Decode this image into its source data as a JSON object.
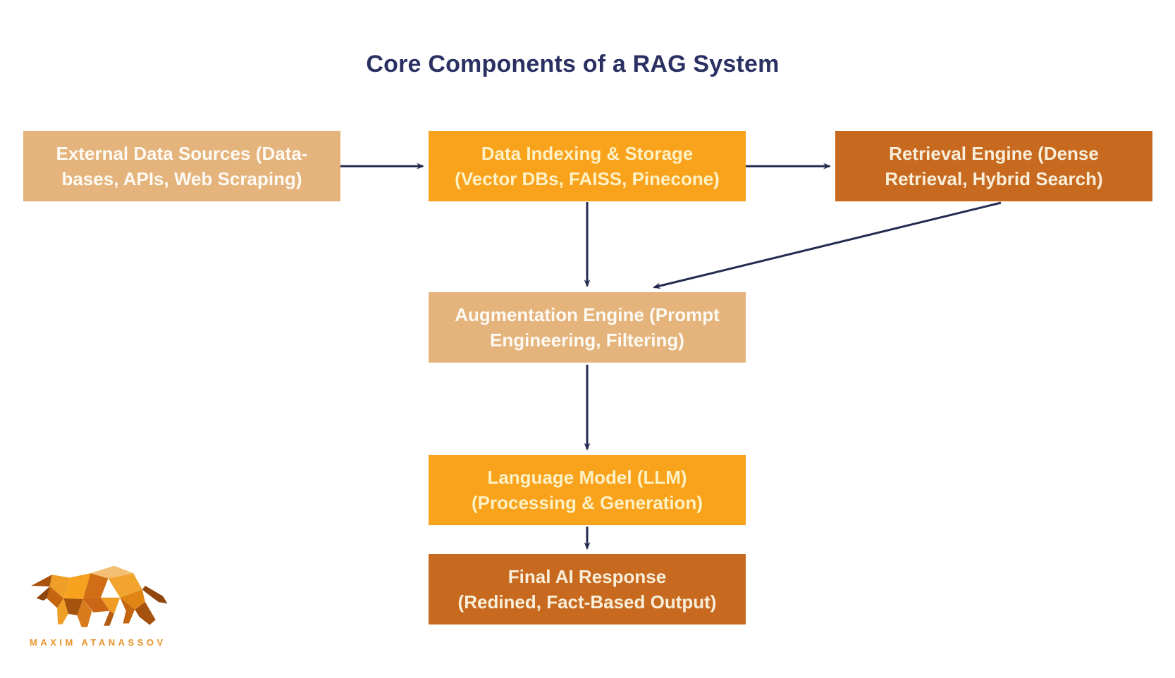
{
  "title": "Core Components of a RAG System",
  "colors": {
    "background": "#ffffff",
    "title_text": "#2a3162",
    "tan": "#e5b37c",
    "tan_text": "#fdfaf3",
    "orange": "#f9a21b",
    "orange_text": "#fdf1c6",
    "dark_orange": "#c76a1f",
    "dark_orange_text": "#f8eed9",
    "arrow": "#232c4e",
    "logo_text": "#e8942c"
  },
  "nodes": [
    {
      "id": "external-data-sources",
      "style": "tan",
      "lines": [
        "External Data Sources (Data-",
        "bases, APIs, Web Scraping)"
      ]
    },
    {
      "id": "data-indexing-storage",
      "style": "orange",
      "lines": [
        "Data Indexing & Storage",
        "(Vector DBs, FAISS, Pinecone)"
      ]
    },
    {
      "id": "retrieval-engine",
      "style": "dark_orange",
      "lines": [
        "Retrieval Engine (Dense",
        "Retrieval, Hybrid Search)"
      ]
    },
    {
      "id": "augmentation-engine",
      "style": "tan",
      "lines": [
        "Augmentation Engine (Prompt",
        "Engineering, Filtering)"
      ]
    },
    {
      "id": "language-model",
      "style": "orange",
      "lines": [
        "Language Model (LLM)",
        "(Processing & Generation)"
      ]
    },
    {
      "id": "final-ai-response",
      "style": "dark_orange",
      "lines": [
        "Final AI Response",
        "(Redined, Fact-Based Output)"
      ]
    }
  ],
  "edges": [
    {
      "from": "external-data-sources",
      "to": "data-indexing-storage"
    },
    {
      "from": "data-indexing-storage",
      "to": "retrieval-engine"
    },
    {
      "from": "data-indexing-storage",
      "to": "augmentation-engine"
    },
    {
      "from": "retrieval-engine",
      "to": "augmentation-engine"
    },
    {
      "from": "augmentation-engine",
      "to": "language-model"
    },
    {
      "from": "language-model",
      "to": "final-ai-response"
    }
  ],
  "logo": {
    "name": "maxim-atanassov-bull-logo",
    "text": "MAXIM ATANASSOV"
  }
}
